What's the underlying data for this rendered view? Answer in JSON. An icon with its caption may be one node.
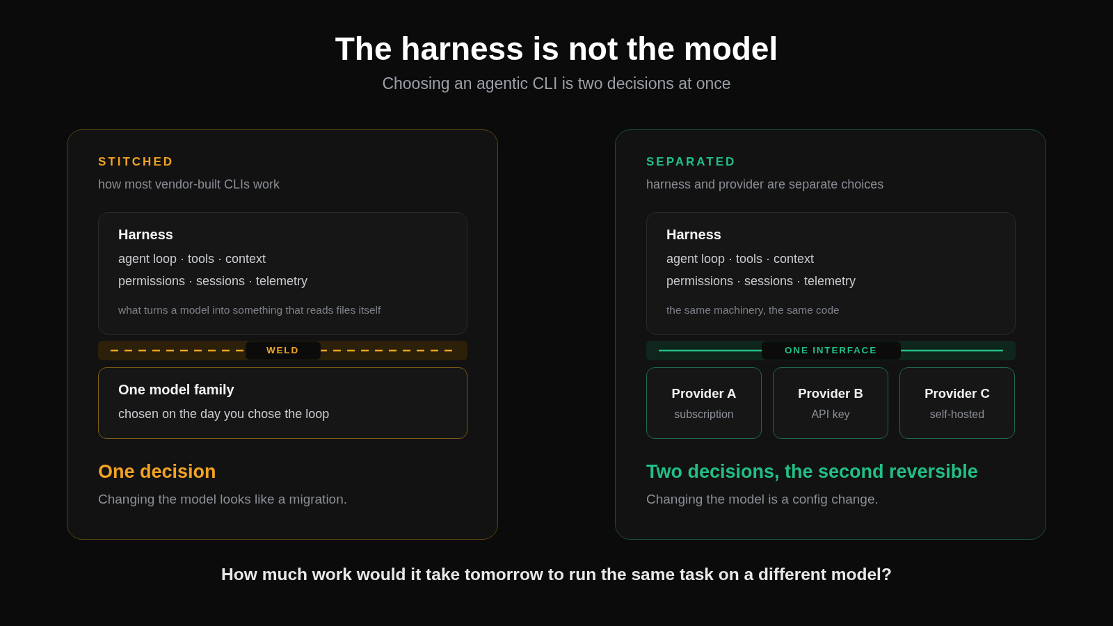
{
  "diagram": {
    "title": "The harness is not the model",
    "caption": "How much work would it take tomorrow to run the same task on a different model?",
    "nodes": [
      {
        "text": [
          "STITCHED",
          "how most vendor-built CLIs work",
          "One decision",
          "Changing the model looks like a migration."
        ]
      },
      {
        "text": [
          "Harness",
          "agent loop · tools · context",
          "permissions · sessions · telemetry",
          "what turns a model into something that reads files itself"
        ],
        "in": 0
      },
      {
        "text": [
          "WELD"
        ],
        "in": 0
      },
      {
        "text": [
          "One model family",
          "chosen on the day you chose the loop"
        ],
        "in": 0
      },
      {
        "text": [
          "SEPARATED",
          "harness and provider are separate choices",
          "Two decisions, the second reversible",
          "Changing the model is a config change."
        ]
      },
      {
        "text": [
          "Harness",
          "agent loop · tools · context",
          "permissions · sessions · telemetry",
          "the same machinery, the same code"
        ],
        "in": 4
      },
      {
        "text": [
          "ONE INTERFACE"
        ],
        "in": 4
      },
      {
        "text": [
          "Provider A",
          "subscription"
        ],
        "in": 4
      },
      {
        "text": [
          "Provider B",
          "API key"
        ],
        "in": 4
      },
      {
        "text": [
          "Provider C",
          "self-hosted"
        ],
        "in": 4
      }
    ],
    "labels": [
      "Choosing an agentic CLI is two decisions at once"
    ]
  }
}
